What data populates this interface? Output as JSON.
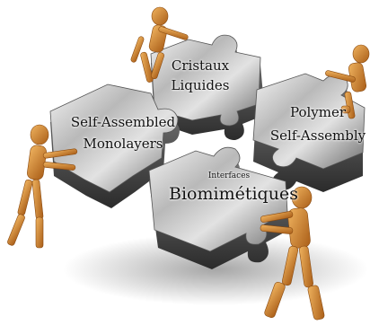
{
  "scene": {
    "description_colors": {
      "metal_light": "#f2f2f2",
      "metal_mid": "#9a9a9a",
      "metal_dark": "#3c3c3c",
      "wood_light": "#e7a24a",
      "wood_dark": "#a95d17",
      "background": "#ffffff"
    }
  },
  "labels": {
    "cristaux_line1": "Cristaux",
    "cristaux_line2": "Liquides",
    "polymer_line1": "Polymer",
    "polymer_line2": "Self-Assembly",
    "sam_line1": "Self-Assembled",
    "sam_line2": "Monolayers",
    "bio_small": "Interfaces",
    "bio_large": "Biomimétiques"
  }
}
